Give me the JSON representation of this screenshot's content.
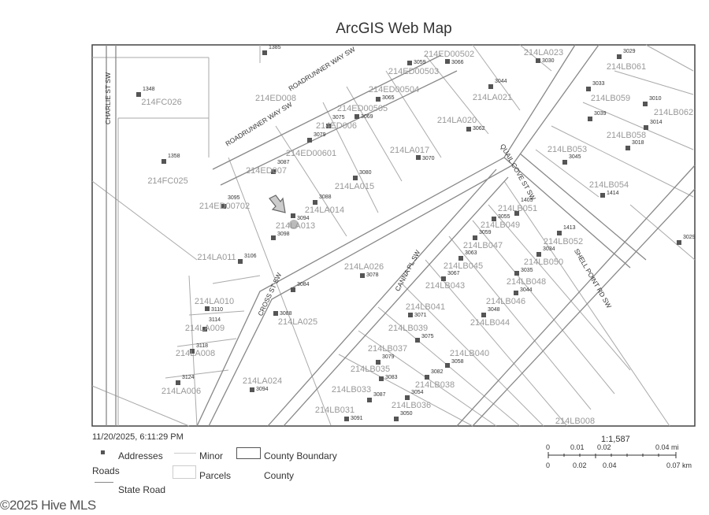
{
  "title": "ArcGIS Web Map",
  "timestamp": "11/20/2025, 6:11:29 PM",
  "scale": {
    "ratio": "1:1,587",
    "mi_ticks": [
      "0",
      "0.01",
      "0.02",
      "0.04 mi"
    ],
    "km_ticks": [
      "0",
      "0.02",
      "0.04",
      "0.07 km"
    ]
  },
  "legend": {
    "addresses": "Addresses",
    "minor": "Minor",
    "roads": "Roads",
    "county_boundary": "County Boundary",
    "parcels": "Parcels",
    "county": "County",
    "state_road": "State Road"
  },
  "watermark": "©2025 Hive MLS",
  "roads": [
    "CHARLIE ST SW",
    "ROADRUNNER WAY SW",
    "ROADRUNNER WAY SW",
    "CROSS ST SW",
    "CANNA PL SW",
    "QUAIL COVE ST SW",
    "SHELL POINT RD SW"
  ],
  "parcels": [
    "214ED008",
    "214FC026",
    "214FC025",
    "214ED00702",
    "214ED007",
    "214ED00601",
    "214ED006",
    "214ED00505",
    "214ED00504",
    "214ED00503",
    "214ED00502",
    "214LA023",
    "214LA021",
    "214LA020",
    "214LA017",
    "214LA015",
    "214LA014",
    "214LA013",
    "214LA011",
    "214LA010",
    "214LA009",
    "214LA008",
    "214LA006",
    "214LA024",
    "214LA025",
    "214LA026",
    "214LB061",
    "214LB059",
    "214LB062",
    "214LB058",
    "214LB053",
    "214LB054",
    "214LB051",
    "214LB049",
    "214LB052",
    "214LB047",
    "214LB050",
    "214LB045",
    "214LB048",
    "214LB043",
    "214LB046",
    "214LB041",
    "214LB044",
    "214LB039",
    "214LB040",
    "214LB037",
    "214LB035",
    "214LB038",
    "214LB033",
    "214LB036",
    "214LB031",
    "214LB008"
  ],
  "addresses": [
    "1385",
    "1348",
    "1358",
    "3095",
    "3087",
    "3079",
    "3075",
    "3069",
    "3065",
    "3059",
    "3066",
    "3044",
    "3030",
    "3062",
    "3070",
    "3080",
    "3088",
    "3094",
    "3098",
    "3106",
    "3110",
    "3114",
    "3118",
    "3124",
    "3094",
    "3088",
    "3084",
    "3078",
    "3029",
    "3033",
    "3039",
    "3010",
    "3014",
    "3018",
    "3045",
    "1414",
    "1405",
    "3055",
    "1413",
    "3059",
    "3034",
    "3063",
    "3035",
    "3067",
    "3044",
    "3071",
    "3048",
    "3075",
    "3079",
    "3058",
    "3083",
    "3082",
    "3087",
    "3054",
    "3091",
    "3050",
    "3029"
  ],
  "subject_marker": "subject-property-arrow"
}
